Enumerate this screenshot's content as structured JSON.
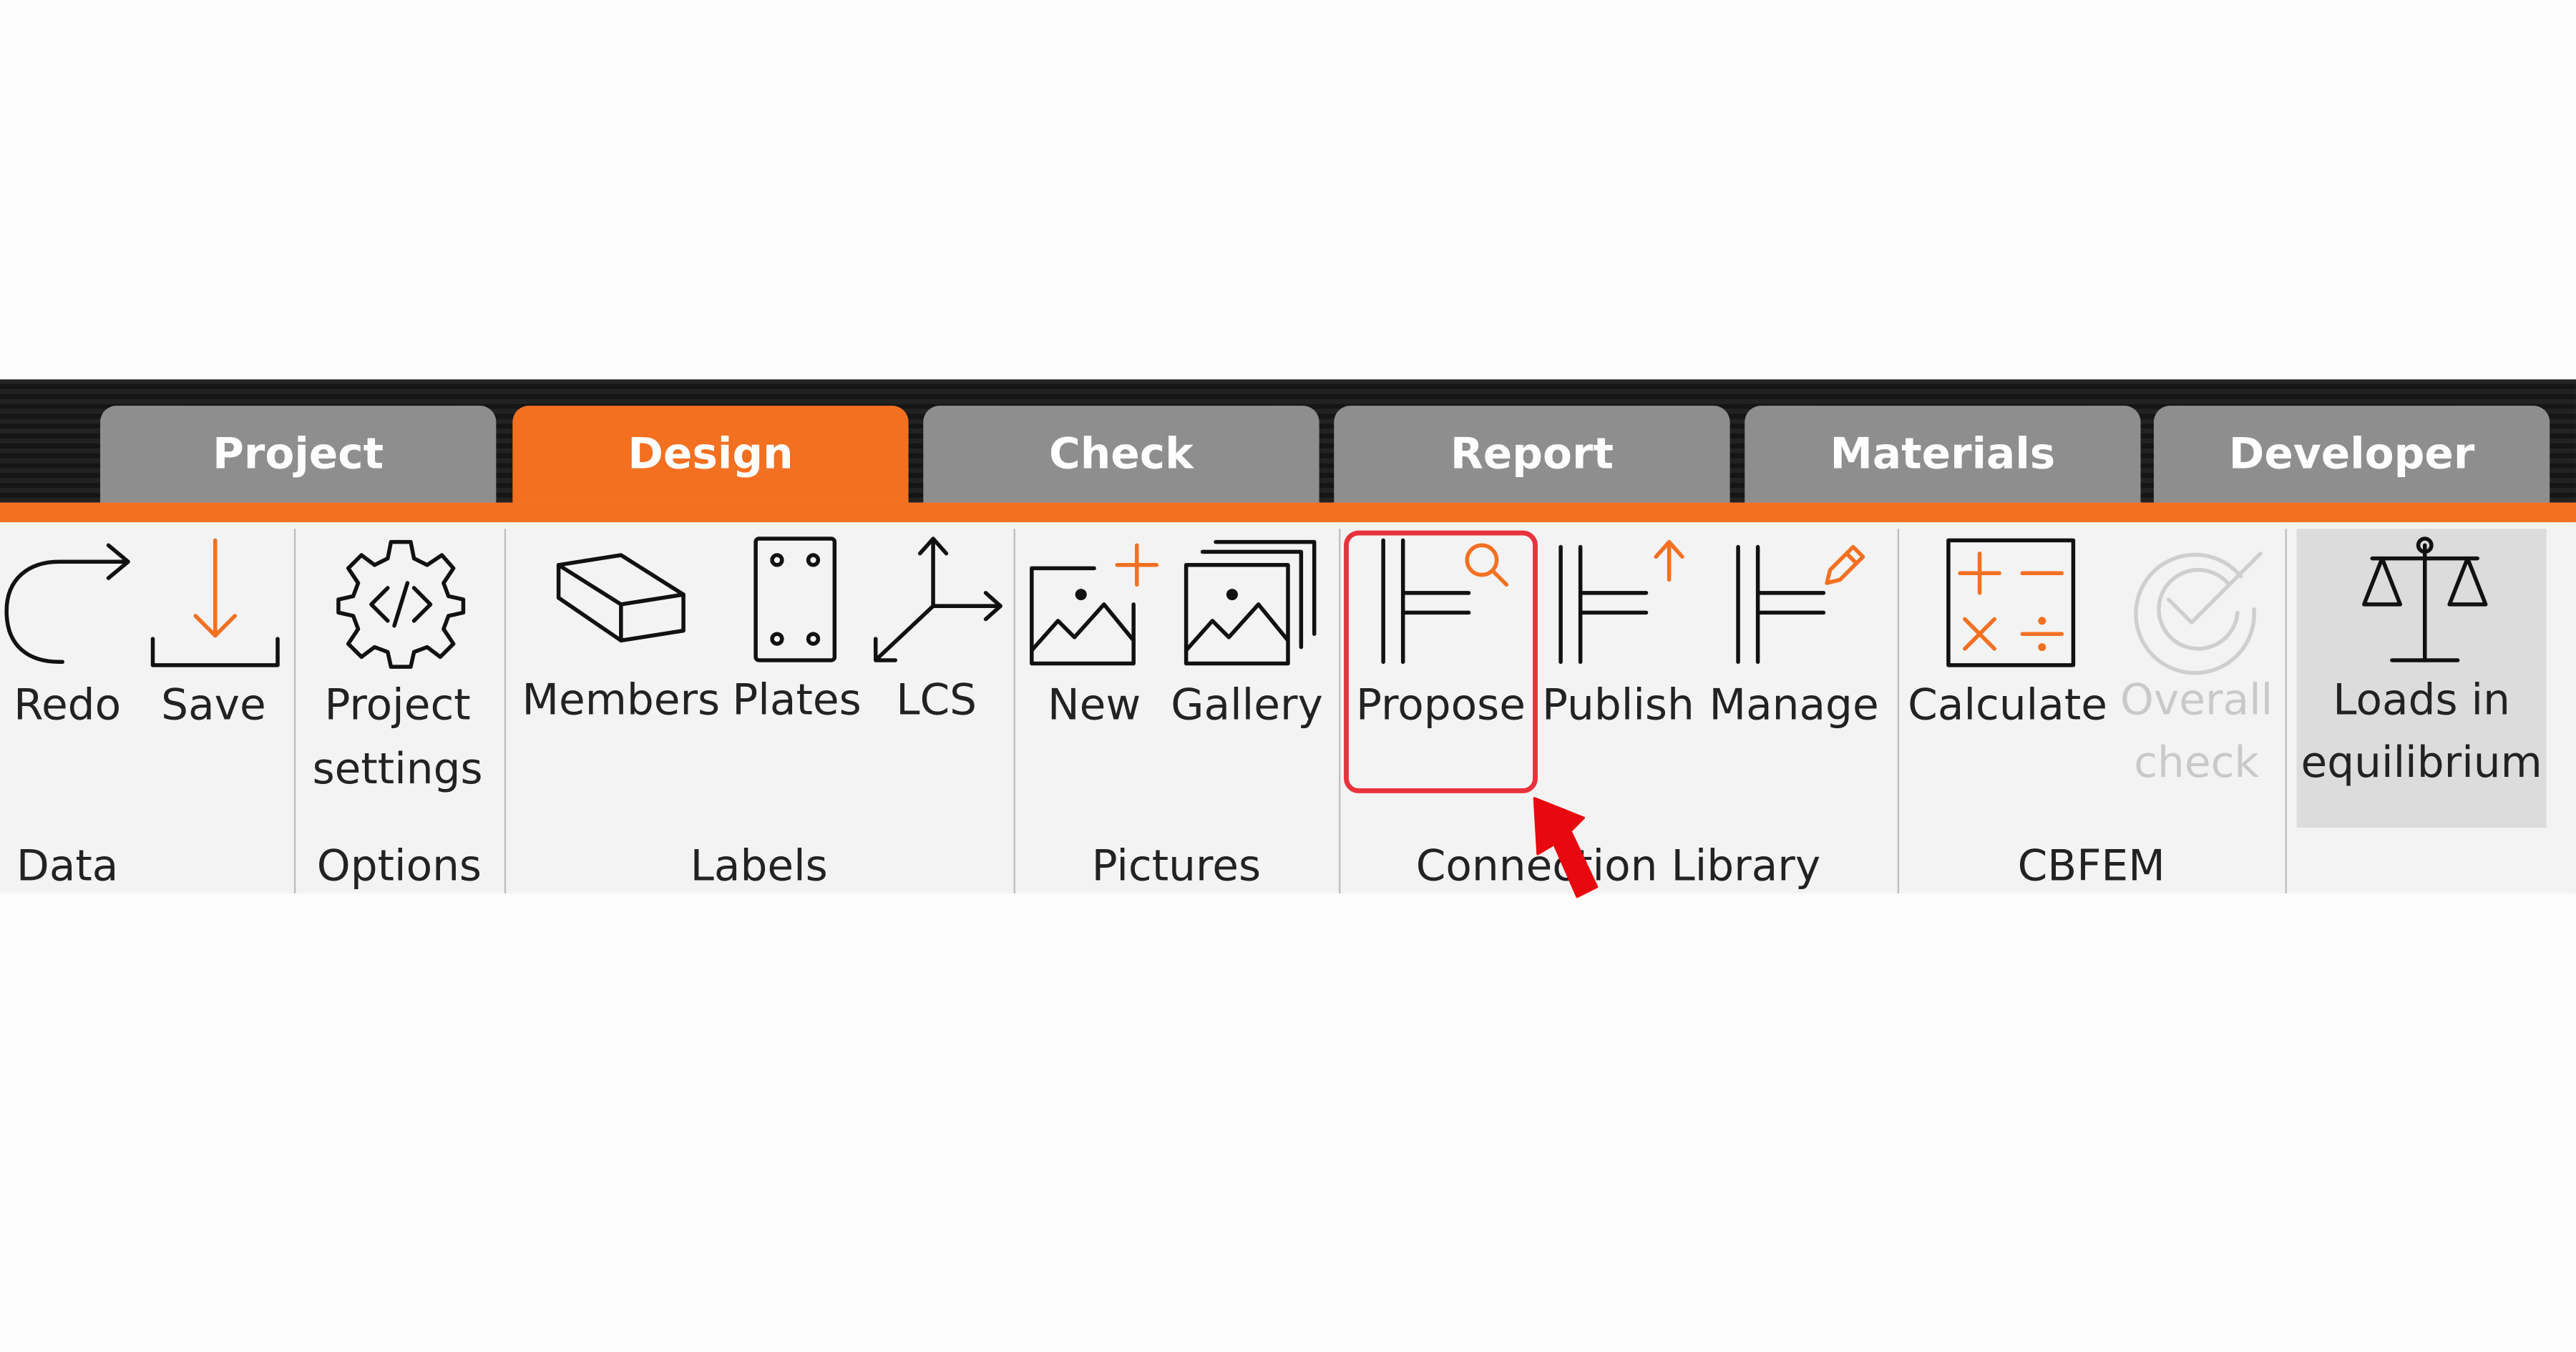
{
  "tabs": [
    {
      "label": "Project",
      "active": false
    },
    {
      "label": "Design",
      "active": true
    },
    {
      "label": "Check",
      "active": false
    },
    {
      "label": "Report",
      "active": false
    },
    {
      "label": "Materials",
      "active": false
    },
    {
      "label": "Developer",
      "active": false
    }
  ],
  "groups": {
    "data": "Data",
    "options": "Options",
    "labels": "Labels",
    "pictures": "Pictures",
    "connection_library": "Connection Library",
    "cbfem": "CBFEM"
  },
  "buttons": {
    "redo": {
      "label": "Redo",
      "icon": "redo-icon"
    },
    "save": {
      "label": "Save",
      "icon": "save-icon"
    },
    "project_settings": {
      "line1": "Project",
      "line2": "settings",
      "icon": "gear-code-icon"
    },
    "members": {
      "label": "Members",
      "icon": "beam-icon"
    },
    "plates": {
      "label": "Plates",
      "icon": "plate-icon"
    },
    "lcs": {
      "label": "LCS",
      "icon": "axes-icon"
    },
    "new": {
      "label": "New",
      "icon": "new-picture-icon"
    },
    "gallery": {
      "label": "Gallery",
      "icon": "gallery-icon"
    },
    "propose": {
      "label": "Propose",
      "icon": "propose-icon"
    },
    "publish": {
      "label": "Publish",
      "icon": "publish-icon"
    },
    "manage": {
      "label": "Manage",
      "icon": "manage-icon"
    },
    "calculate": {
      "label": "Calculate",
      "icon": "calculator-icon"
    },
    "overall_check": {
      "line1": "Overall",
      "line2": "check",
      "icon": "check-icon",
      "enabled": false
    },
    "loads_in_equilibrium": {
      "line1": "Loads in",
      "line2": "equilibrium",
      "icon": "scales-icon",
      "active": true
    }
  },
  "colors": {
    "accent": "#f37021",
    "highlight": "#e8323c",
    "tab_inactive": "#8e8e8e"
  }
}
